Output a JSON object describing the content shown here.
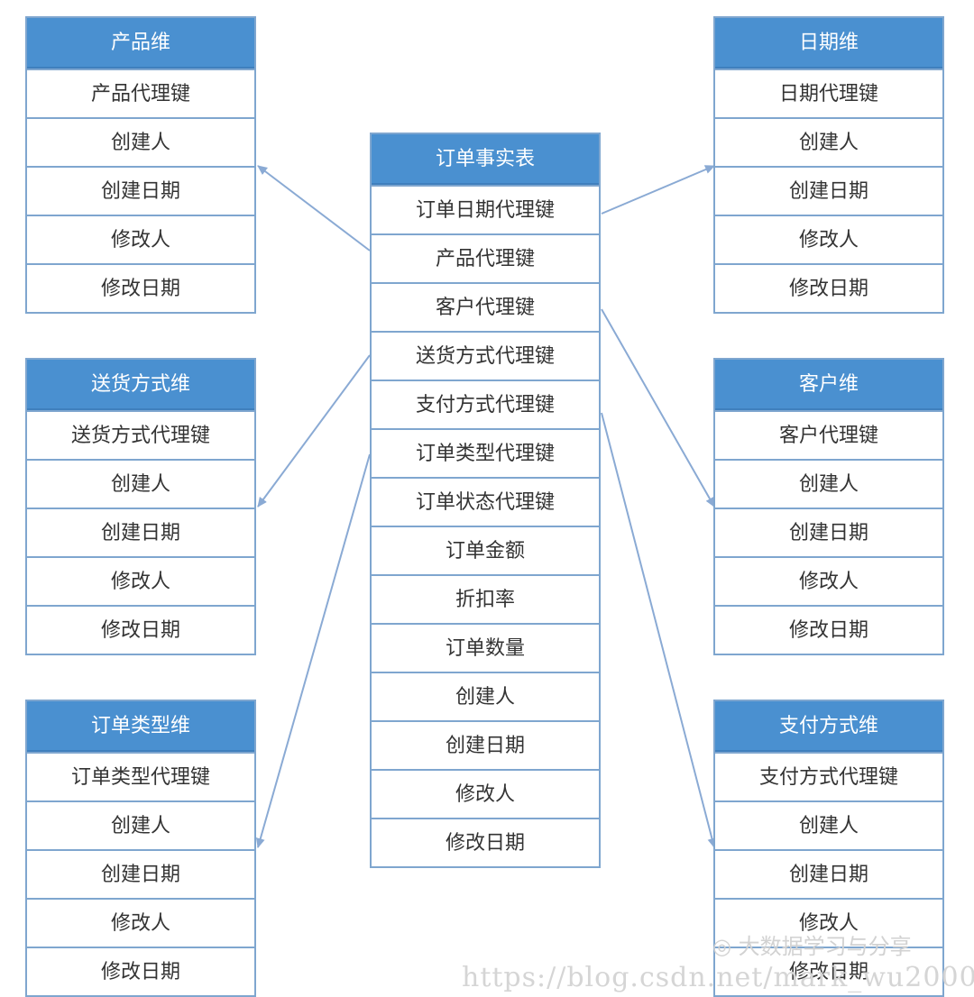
{
  "tables": {
    "product": {
      "title": "产品维",
      "rows": [
        "产品代理键",
        "创建人",
        "创建日期",
        "修改人",
        "修改日期"
      ]
    },
    "date": {
      "title": "日期维",
      "rows": [
        "日期代理键",
        "创建人",
        "创建日期",
        "修改人",
        "修改日期"
      ]
    },
    "shipping": {
      "title": "送货方式维",
      "rows": [
        "送货方式代理键",
        "创建人",
        "创建日期",
        "修改人",
        "修改日期"
      ]
    },
    "customer": {
      "title": "客户维",
      "rows": [
        "客户代理键",
        "创建人",
        "创建日期",
        "修改人",
        "修改日期"
      ]
    },
    "ordertype": {
      "title": "订单类型维",
      "rows": [
        "订单类型代理键",
        "创建人",
        "创建日期",
        "修改人",
        "修改日期"
      ]
    },
    "payment": {
      "title": "支付方式维",
      "rows": [
        "支付方式代理键",
        "创建人",
        "创建日期",
        "修改人",
        "修改日期"
      ]
    },
    "fact": {
      "title": "订单事实表",
      "rows": [
        "订单日期代理键",
        "产品代理键",
        "客户代理键",
        "送货方式代理键",
        "支付方式代理键",
        "订单类型代理键",
        "订单状态代理键",
        "订单金额",
        "折扣率",
        "订单数量",
        "创建人",
        "创建日期",
        "修改人",
        "修改日期"
      ]
    }
  },
  "watermark": {
    "logo_text": "大数据学习与分享",
    "url_text": "https://blog.csdn.net/mark_wu2000"
  },
  "colors": {
    "header_fill": "#4a90d0",
    "border": "#7fa6cf",
    "connector": "#8aaad4"
  }
}
